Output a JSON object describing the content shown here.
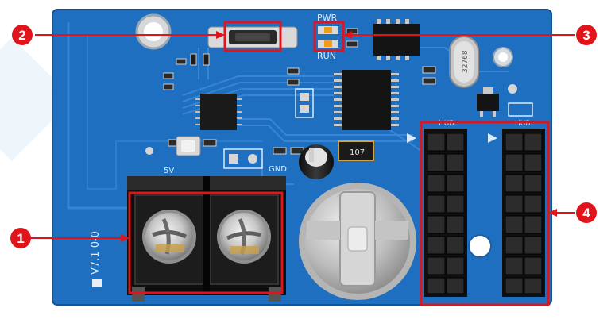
{
  "image": {
    "subject": "LED display controller card (blue PCB)",
    "colors": {
      "pcb": "#1f6fc0",
      "pcb_dark": "#195ea8",
      "trace": "#3f8ee0",
      "callout_red": "#e0141b",
      "header_black": "#111111",
      "gold": "#c9a04a"
    }
  },
  "silkscreen": {
    "pwr": "PWR",
    "run": "RUN",
    "five_v": "5V",
    "gnd": "GND",
    "version": "V7.1 0-0",
    "cap_code": "107",
    "crystal": "32768",
    "header_left": "HUB",
    "header_right": "HUB"
  },
  "callouts": [
    {
      "number": "1",
      "target": "power terminal block"
    },
    {
      "number": "2",
      "target": "push button"
    },
    {
      "number": "3",
      "target": "PWR / RUN indicator LEDs"
    },
    {
      "number": "4",
      "target": "HUB output headers"
    }
  ],
  "icons": {
    "callout_marker": "red-circle-number",
    "leader": "arrow-line"
  }
}
